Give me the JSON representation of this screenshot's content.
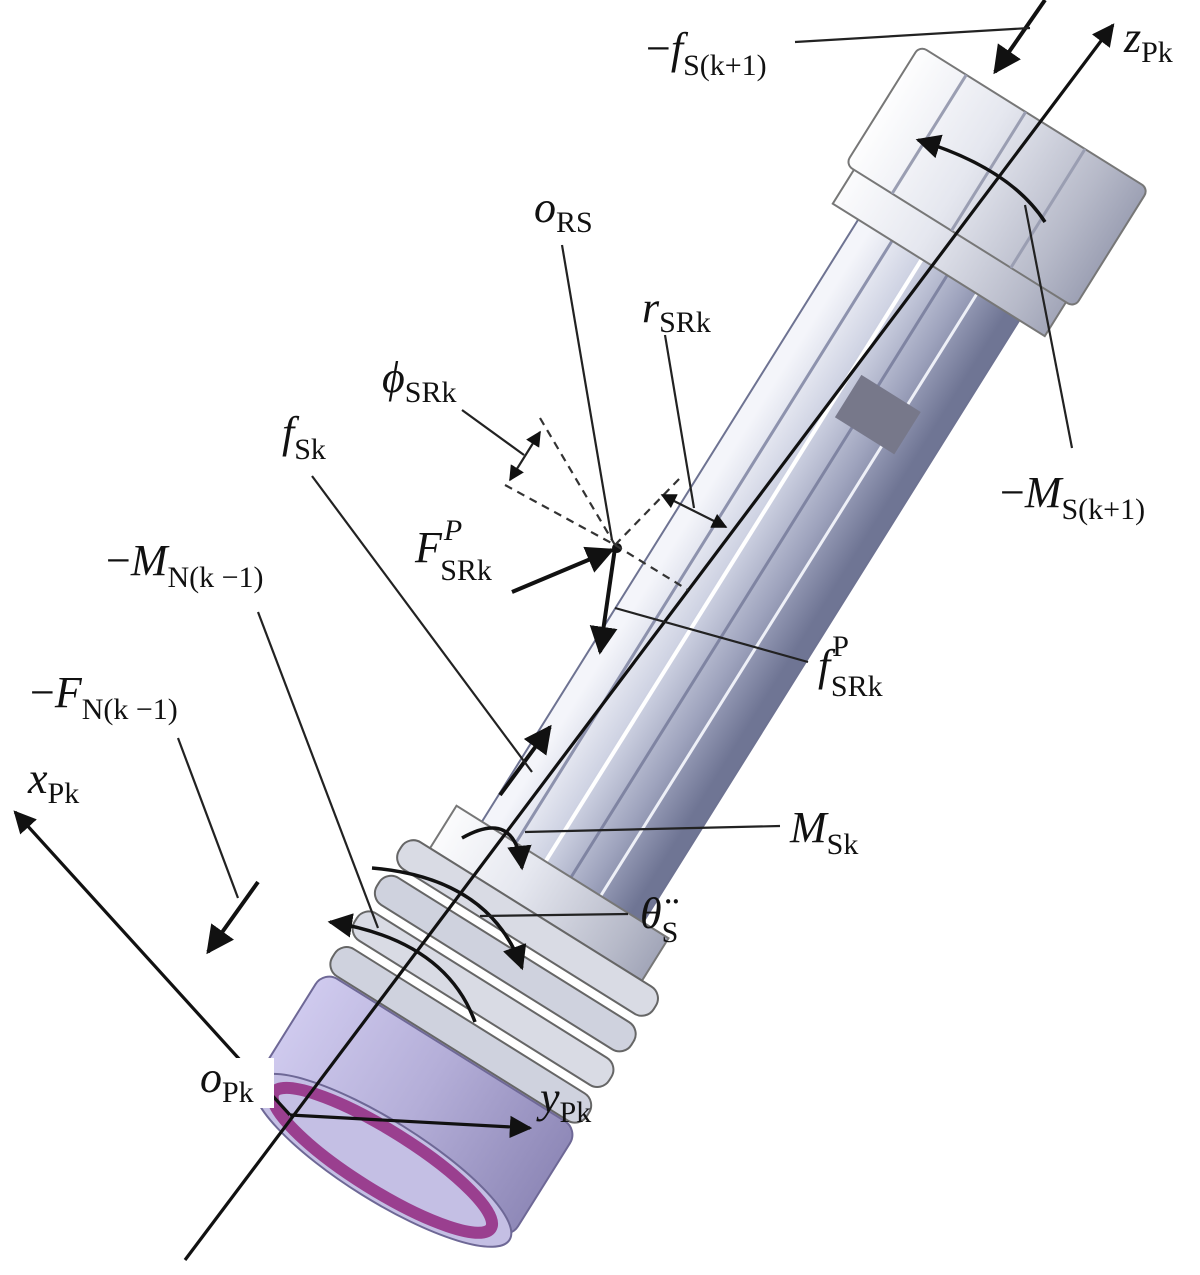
{
  "labels": {
    "f_S_k1": {
      "prefix": "−",
      "main": "f",
      "sub": "S(k+1)"
    },
    "z_Pk": {
      "main": "z",
      "sub": "Pk"
    },
    "o_RS": {
      "main": "o",
      "sub": "RS"
    },
    "r_SRk": {
      "main": "r",
      "sub": "SRk"
    },
    "phi_SRk": {
      "main": "ϕ",
      "sub": "SRk"
    },
    "f_Sk": {
      "main": "f",
      "sub": "Sk"
    },
    "M_S_k1": {
      "prefix": "−",
      "main": "M",
      "sub": "S(k+1)"
    },
    "F_SRk_P": {
      "main": "F",
      "sup": "P",
      "sub": "SRk"
    },
    "M_N_km1": {
      "prefix": "−",
      "main": "M",
      "sub": "N(k −1)"
    },
    "f_SRk_P": {
      "main": "f",
      "sup": "P",
      "sub": "SRk"
    },
    "F_N_km1": {
      "prefix": "−",
      "main": "F",
      "sub": "N(k −1)"
    },
    "x_Pk": {
      "main": "x",
      "sub": "Pk"
    },
    "M_Sk": {
      "main": "M",
      "sub": "Sk"
    },
    "theta_S": {
      "main": "θ̈",
      "sub": "S"
    },
    "o_Pk": {
      "main": "o",
      "sub": "Pk"
    },
    "y_Pk": {
      "main": "y",
      "sub": "Pk"
    }
  },
  "colors": {
    "shaft_light": "#dfe2ee",
    "shaft_mid": "#a9aec7",
    "shaft_dark": "#6e7392",
    "end_cap": "#b9b2da",
    "end_ring": "#9a3f8f",
    "ink": "#111111"
  }
}
